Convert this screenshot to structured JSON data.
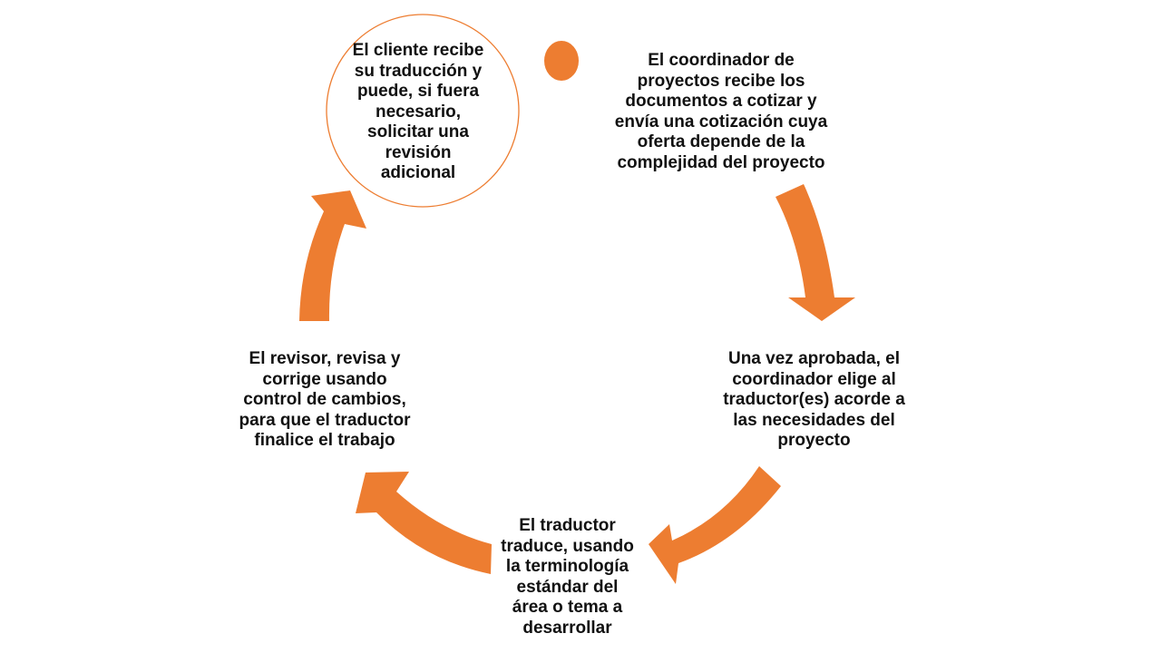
{
  "colors": {
    "accent": "#ED7D31",
    "text": "#111111",
    "background": "#FFFFFF"
  },
  "steps": [
    {
      "id": "step-1",
      "text": "El coordinador de\nproyectos  recibe los\ndocumentos a cotizar y\nenvía una cotización cuya\noferta depende de la\ncomplejidad del proyecto"
    },
    {
      "id": "step-2",
      "text": "Una vez aprobada, el\ncoordinador elige al\ntraductor(es) acorde a\nlas necesidades del\nproyecto"
    },
    {
      "id": "step-3",
      "text": "El traductor\ntraduce, usando\nla terminología\nestándar del\nárea o tema a\ndesarrollar"
    },
    {
      "id": "step-4",
      "text": "El revisor, revisa y\ncorrige usando\ncontrol de cambios,\npara que el traductor\nfinalice el trabajo"
    },
    {
      "id": "step-5",
      "text": "El cliente recibe\nsu traducción y\npuede, si fuera\nnecesario,\nsolicitar una\nrevisión\nadicional"
    }
  ],
  "arrows": [
    {
      "from": "step-1",
      "to": "step-2"
    },
    {
      "from": "step-2",
      "to": "step-3"
    },
    {
      "from": "step-3",
      "to": "step-4"
    },
    {
      "from": "step-4",
      "to": "step-5"
    }
  ]
}
